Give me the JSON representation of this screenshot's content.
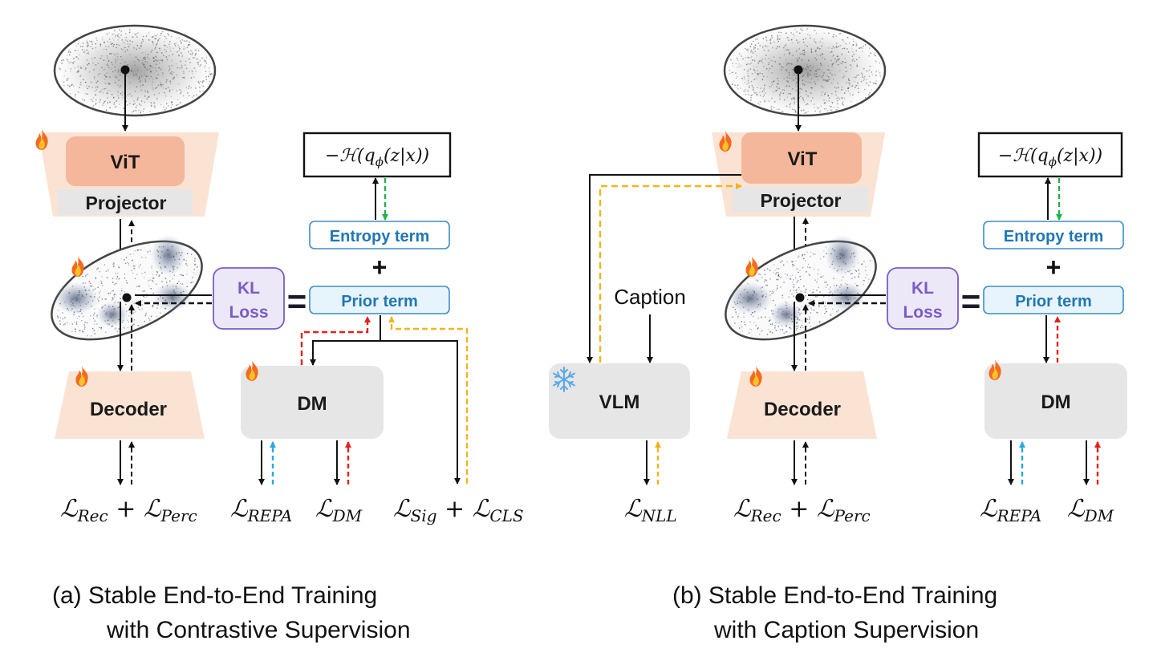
{
  "panel_a": {
    "vit": "ViT",
    "projector": "Projector",
    "decoder": "Decoder",
    "dm": "DM",
    "kl_line1": "KL",
    "kl_line2": "Loss",
    "equals": "=",
    "plus": "+",
    "entropy_term": "Entropy term",
    "prior_term": "Prior term",
    "entropy_expr": "−ℋ(q",
    "entropy_sub": "ϕ",
    "entropy_expr_end": "(z|x))",
    "loss_rec_perc": {
      "L1": "ℒ",
      "s1": "Rec",
      "op": " + ",
      "L2": "ℒ",
      "s2": "Perc"
    },
    "loss_repa": {
      "L": "ℒ",
      "s": "REPA"
    },
    "loss_dm": {
      "L": "ℒ",
      "s": "DM"
    },
    "loss_sig_cls": {
      "L1": "ℒ",
      "s1": "Sig",
      "op": " + ",
      "L2": "ℒ",
      "s2": "CLS"
    },
    "caption_line1": "(a)  Stable End-to-End Training",
    "caption_line2": "with Contrastive Supervision"
  },
  "panel_b": {
    "vit": "ViT",
    "projector": "Projector",
    "decoder": "Decoder",
    "dm": "DM",
    "vlm": "VLM",
    "caption_label": "Caption",
    "kl_line1": "KL",
    "kl_line2": "Loss",
    "equals": "=",
    "plus": "+",
    "entropy_term": "Entropy term",
    "prior_term": "Prior term",
    "entropy_expr": "−ℋ(q",
    "entropy_sub": "ϕ",
    "entropy_expr_end": "(z|x))",
    "loss_rec_perc": {
      "L1": "ℒ",
      "s1": "Rec",
      "op": " + ",
      "L2": "ℒ",
      "s2": "Perc"
    },
    "loss_nll": {
      "L": "ℒ",
      "s": "NLL"
    },
    "loss_repa": {
      "L": "ℒ",
      "s": "REPA"
    },
    "loss_dm": {
      "L": "ℒ",
      "s": "DM"
    },
    "caption_line1": "(b) Stable End-to-End Training",
    "caption_line2": "with Caption Supervision"
  },
  "colors": {
    "encoder_fill": "#fbe3d4",
    "vit_fill": "#f5b79b",
    "gray_box": "#e6e6e6",
    "term_text": "#1f77b4",
    "term_border": "#3a8fc7",
    "prior_fill": "#e8f4fb",
    "kl_text": "#7a5cc4",
    "kl_fill": "#ece8f8",
    "red": "#e3221b",
    "orange": "#f0b51c",
    "green": "#22b14c",
    "blue": "#29a8e0"
  }
}
